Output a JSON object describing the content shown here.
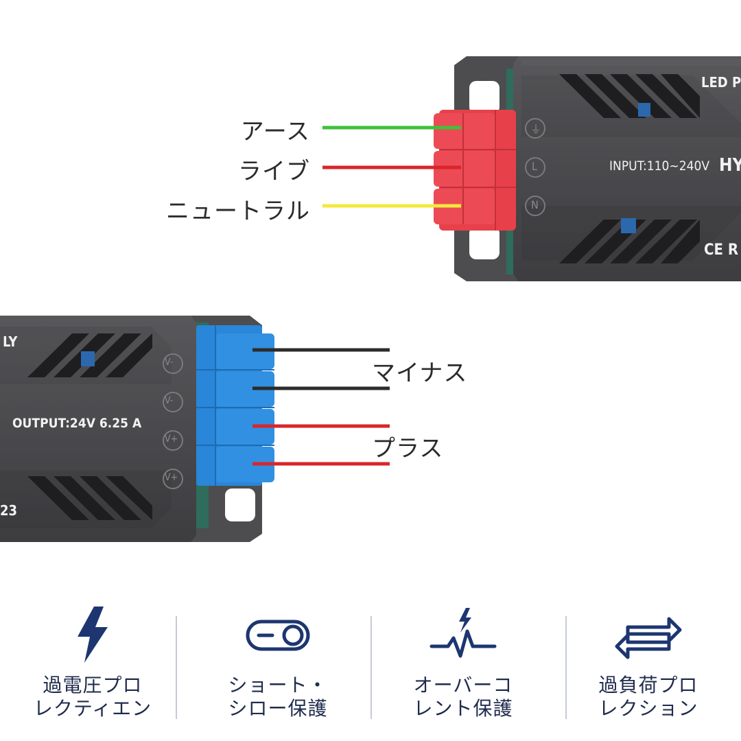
{
  "input_unit": {
    "brand_text": "LED PO",
    "input_text": "INPUT:110~240V",
    "model_text": "HY-",
    "cert_text": "CE R",
    "terminal_symbols": [
      "⏚",
      "L",
      "N"
    ],
    "wires": [
      {
        "label": "アース",
        "color": "#3ec23a"
      },
      {
        "label": "ライブ",
        "color": "#d9262a"
      },
      {
        "label": "ニュートラル",
        "color": "#f2ea3c"
      }
    ]
  },
  "output_unit": {
    "brand_text": "LY",
    "output_text": "OUTPUT:24V 6.25 A",
    "serial_text": "23",
    "terminal_symbols": [
      "V-",
      "V-",
      "V+",
      "V+"
    ],
    "wires": [
      {
        "color": "#2b2b2b"
      },
      {
        "color": "#2b2b2b"
      },
      {
        "color": "#d9262a"
      },
      {
        "color": "#d9262a"
      }
    ],
    "labels": [
      "マイナス",
      "プラス"
    ]
  },
  "features": [
    {
      "icon": "lightning-bolt-icon",
      "lines": [
        "過電圧プロ",
        "レクティエン"
      ]
    },
    {
      "icon": "toggle-switch-icon",
      "lines": [
        "ショート・",
        "シロー保護"
      ]
    },
    {
      "icon": "pulse-spark-icon",
      "lines": [
        "オーバーコ",
        "レント保護"
      ]
    },
    {
      "icon": "double-arrow-icon",
      "lines": [
        "過負荷プロ",
        "レクション"
      ]
    }
  ],
  "colors": {
    "case": "#4a4a4d",
    "case_dark": "#353537",
    "red_terminal": "#e8404a",
    "blue_terminal": "#2a86d8",
    "icon_navy": "#1d3670"
  }
}
